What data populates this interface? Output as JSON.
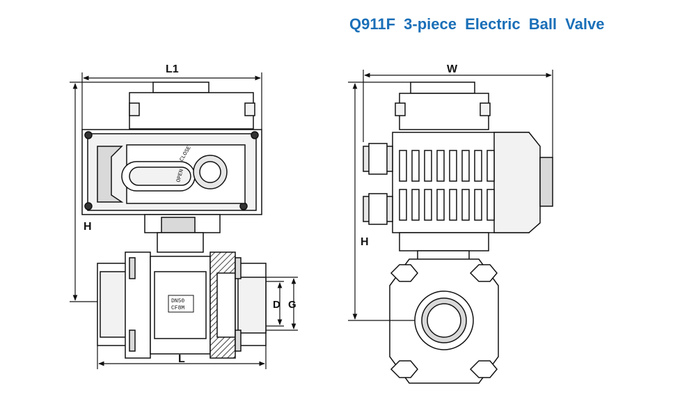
{
  "title": "Q911F  3-piece  Electric  Ball  Valve",
  "dimensions": {
    "L1": "L1",
    "H_front": "H",
    "L": "L",
    "D": "D",
    "G": "G",
    "W": "W",
    "H_side": "H"
  },
  "body_marking": {
    "line1": "DN50",
    "line2": "CF8M"
  },
  "actuator_indicator": {
    "close": "CLOSE",
    "open": "OPEN"
  },
  "colors": {
    "title": "#1a6fb8",
    "line": "#111111",
    "fill_light": "#f2f2f2",
    "fill_mid": "#d9d9d9",
    "fill_dark": "#8c8c8c"
  }
}
